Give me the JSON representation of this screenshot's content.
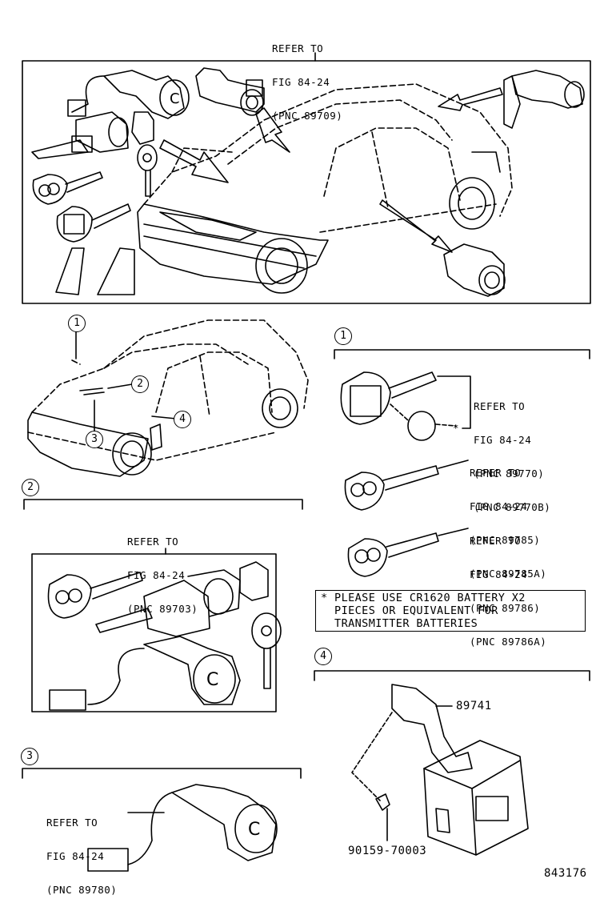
{
  "top_panel": {
    "refer": [
      "REFER TO",
      "FIG 84-24",
      "(PNC 89709)"
    ]
  },
  "callouts": {
    "overview": [
      "1",
      "2",
      "3",
      "4"
    ]
  },
  "section1": {
    "index": "1",
    "refer_a": [
      "REFER TO",
      "FIG 84-24",
      "(PNC 89770)",
      "(PNC 89770B)"
    ],
    "refer_b": [
      "REFER TO",
      "FIG 84-24",
      "(PNC 89785)",
      "(PNC 89785A)"
    ],
    "refer_c": [
      "REFER TO",
      "FIG 84-24",
      "(PNC 89786)",
      "(PNC 89786A)"
    ],
    "asterisk": "*",
    "note": [
      "* PLEASE USE CR1620 BATTERY X2",
      "  PIECES OR EQUIVALENT FOR",
      "  TRANSMITTER BATTERIES"
    ]
  },
  "section2": {
    "index": "2",
    "refer": [
      "REFER TO",
      "FIG 84-24",
      "(PNC 89703)"
    ]
  },
  "section3": {
    "index": "3",
    "refer": [
      "REFER TO",
      "FIG 84-24",
      "(PNC 89780)"
    ]
  },
  "section4": {
    "index": "4",
    "part_a": "89741",
    "part_b": "90159-70003"
  },
  "figure_number": "843176"
}
